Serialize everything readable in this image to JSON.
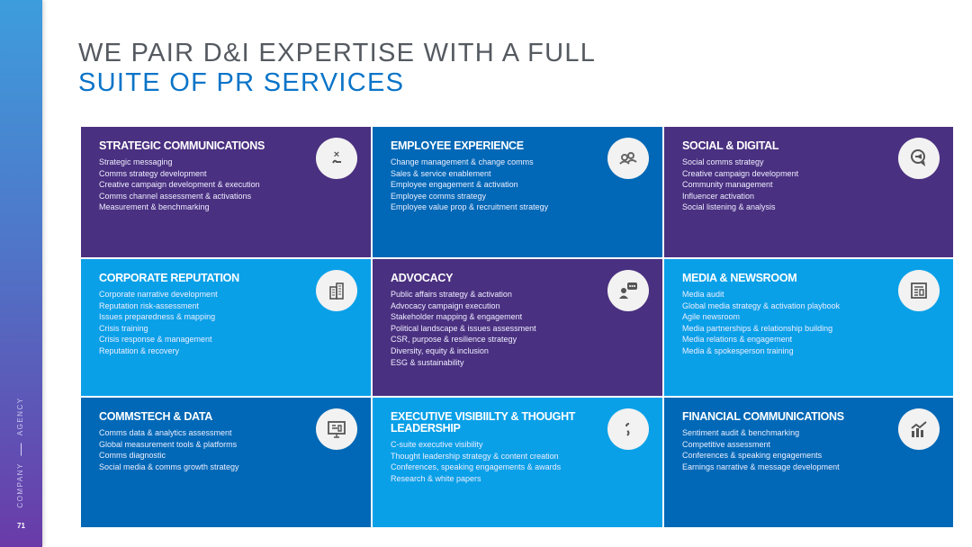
{
  "sidebar": {
    "label_company": "COMPANY",
    "label_agency": "AGENCY",
    "page_number": "71"
  },
  "title": {
    "line1": "WE PAIR D&I EXPERTISE WITH A FULL",
    "line2": "SUITE OF PR SERVICES"
  },
  "colors": {
    "purple": "#4a3080",
    "blue": "#0068b6",
    "light_blue": "#0aa0e8"
  },
  "cards": [
    {
      "title": "STRATEGIC COMMUNICATIONS",
      "icon": "strategy-icon",
      "items": [
        "Strategic messaging",
        "Comms strategy development",
        "Creative campaign development & execution",
        "Comms channel assessment & activations",
        "Measurement & benchmarking"
      ]
    },
    {
      "title": "EMPLOYEE EXPERIENCE",
      "icon": "people-icon",
      "items": [
        "Change management & change comms",
        "Sales & service enablement",
        "Employee  engagement & activation",
        "Employee comms strategy",
        "Employee value prop & recruitment strategy"
      ]
    },
    {
      "title": "SOCIAL & DIGITAL",
      "icon": "megaphone-chat-icon",
      "items": [
        "Social comms strategy",
        "Creative campaign development",
        "Community management",
        "Influencer activation",
        "Social listening  & analysis"
      ]
    },
    {
      "title": "CORPORATE REPUTATION",
      "icon": "building-icon",
      "items": [
        "Corporate narrative development",
        "Reputation risk-assessment",
        "Issues preparedness & mapping",
        "Crisis training",
        "Crisis response & management",
        "Reputation  &  recovery"
      ]
    },
    {
      "title": "ADVOCACY",
      "icon": "speaker-icon",
      "items": [
        "Public affairs strategy & activation",
        "Advocacy campaign execution",
        "Stakeholder mapping & engagement",
        "Political landscape & issues assessment",
        "CSR, purpose & resilience strategy",
        "Diversity, equity & inclusion",
        "ESG & sustainability"
      ]
    },
    {
      "title": "MEDIA & NEWSROOM",
      "icon": "newspaper-icon",
      "items": [
        "Media audit",
        "Global media strategy & activation playbook",
        "Agile newsroom",
        "Media partnerships & relationship building",
        "Media relations & engagement",
        "Media & spokesperson training"
      ]
    },
    {
      "title": "COMMSTECH & DATA",
      "icon": "monitor-data-icon",
      "items": [
        "Comms data & analytics assessment",
        "Global measurement tools & platforms",
        "Comms diagnostic",
        "Social media & comms growth strategy"
      ]
    },
    {
      "title": "EXECUTIVE VISIBIILTY & THOUGHT LEADERSHIP",
      "icon": "leader-icon",
      "items": [
        "C-suite executive visibility",
        "Thought leadership strategy & content creation",
        "Conferences, speaking engagements & awards",
        "Research & white papers"
      ]
    },
    {
      "title": "FINANCIAL COMMUNICATIONS",
      "icon": "chart-growth-icon",
      "items": [
        "Sentiment audit & benchmarking",
        "Competitive assessment",
        "Conferences & speaking engagements",
        "Earnings narrative & message development"
      ]
    }
  ]
}
